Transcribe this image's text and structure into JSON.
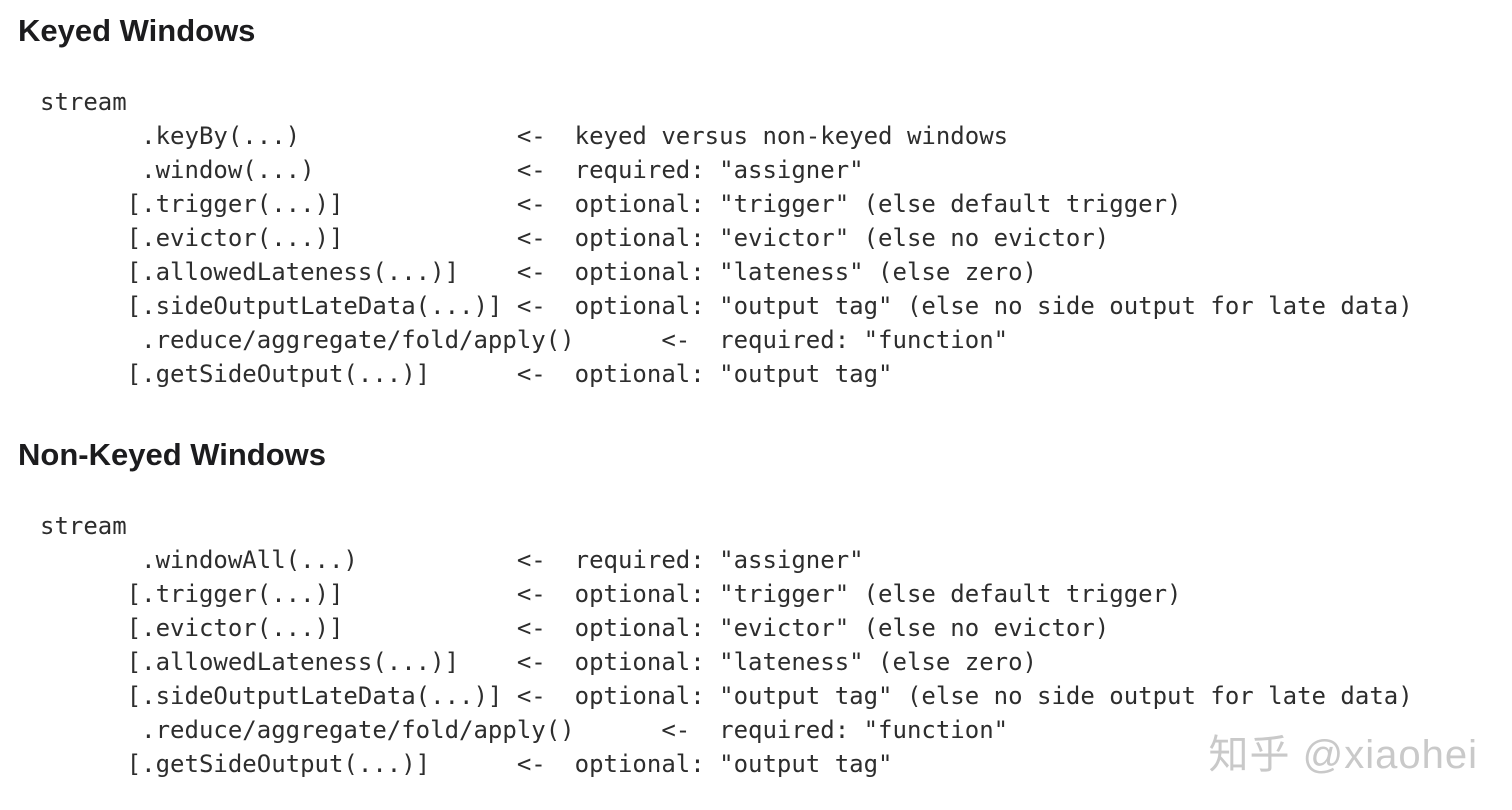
{
  "page": {
    "background": "#ffffff",
    "heading_color": "#1c1c1e",
    "code_color": "#2d2d2d"
  },
  "sections": [
    {
      "heading": "Keyed Windows",
      "code_lines": [
        "stream",
        "       .keyBy(...)               <-  keyed versus non-keyed windows",
        "       .window(...)              <-  required: \"assigner\"",
        "      [.trigger(...)]            <-  optional: \"trigger\" (else default trigger)",
        "      [.evictor(...)]            <-  optional: \"evictor\" (else no evictor)",
        "      [.allowedLateness(...)]    <-  optional: \"lateness\" (else zero)",
        "      [.sideOutputLateData(...)] <-  optional: \"output tag\" (else no side output for late data)",
        "       .reduce/aggregate/fold/apply()      <-  required: \"function\"",
        "      [.getSideOutput(...)]      <-  optional: \"output tag\""
      ]
    },
    {
      "heading": "Non-Keyed Windows",
      "code_lines": [
        "stream",
        "       .windowAll(...)           <-  required: \"assigner\"",
        "      [.trigger(...)]            <-  optional: \"trigger\" (else default trigger)",
        "      [.evictor(...)]            <-  optional: \"evictor\" (else no evictor)",
        "      [.allowedLateness(...)]    <-  optional: \"lateness\" (else zero)",
        "      [.sideOutputLateData(...)] <-  optional: \"output tag\" (else no side output for late data)",
        "       .reduce/aggregate/fold/apply()      <-  required: \"function\"",
        "      [.getSideOutput(...)]      <-  optional: \"output tag\""
      ]
    }
  ],
  "watermark": {
    "text": "知乎 @xiaohei",
    "color": "#c9c9c9"
  }
}
